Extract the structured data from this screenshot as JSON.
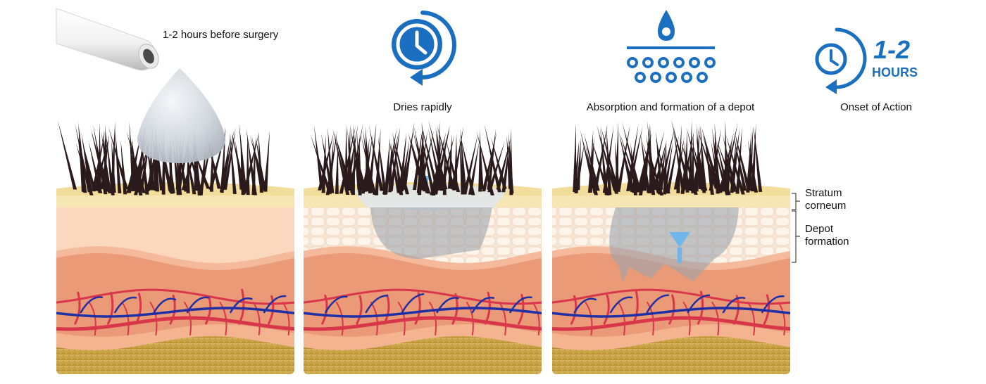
{
  "labels": {
    "before_surgery": "1-2 hours before surgery",
    "dries": "Dries rapidly",
    "absorption": "Absorption and formation of a depot",
    "onset": "Onset of Action",
    "hours_number": "1-2",
    "hours_unit": "HOURS",
    "stratum_line1": "Stratum",
    "stratum_line2": "corneum",
    "depot_line1": "Depot",
    "depot_line2": "formation"
  },
  "colors": {
    "icon_blue": "#1a6fc0",
    "hair": "#2b1a1c",
    "artery": "#d8364a",
    "vein": "#1f2fa6",
    "fat": "#c9a24a",
    "stratum": "#f2dd9a"
  },
  "icons": [
    "tube-icon",
    "clock-refresh-icon",
    "droplet-absorption-icon",
    "clock-onset-icon"
  ]
}
